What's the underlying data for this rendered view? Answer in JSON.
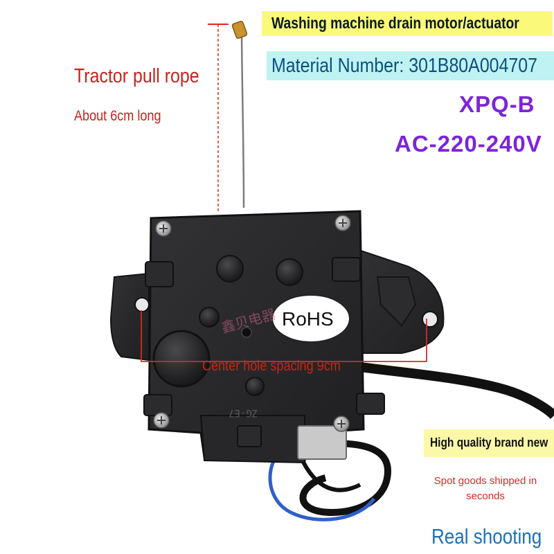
{
  "product_title": "Washing machine drain motor/actuator",
  "material_number": "Material Number: 301B80A004707",
  "model": "XPQ-B",
  "voltage": "AC-220-240V",
  "pull_rope_label": "Tractor pull rope",
  "pull_rope_length": "About 6cm long",
  "rohs_label": "RoHS",
  "center_hole_label": "Center hole spacing 9cm",
  "part_marking": "ZG-E7",
  "quality_label": "High quality brand new",
  "shipping_label": "Spot goods shipped in seconds",
  "real_shooting_label": "Real shooting",
  "colors": {
    "red_text": "#c8231e",
    "purple_text": "#7d24d8",
    "blue_text": "#1e6fb8",
    "dark_blue_text": "#0b4f7d",
    "yellow_highlight": "#fbf97a",
    "cyan_highlight": "#bff2f3",
    "motor_body": "#2a2a2c"
  }
}
